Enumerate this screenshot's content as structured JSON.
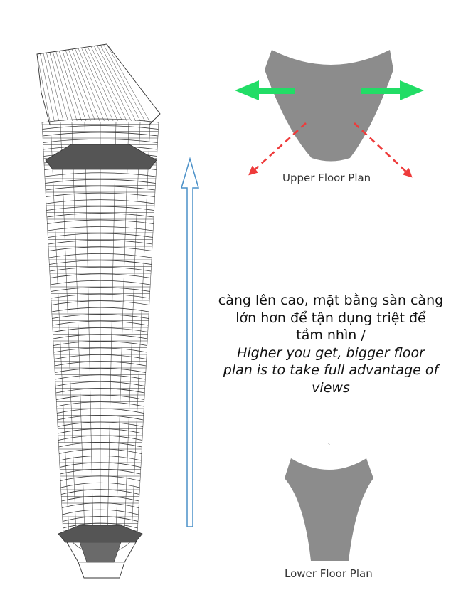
{
  "upper_floor_plan": {
    "label": "Upper Floor Plan"
  },
  "lower_floor_plan": {
    "label": "Lower Floor Plan"
  },
  "description": {
    "vi_line1": "càng lên cao, mặt bằng sàn càng",
    "vi_line2": "lớn hơn để tận dụng triệt để",
    "vi_line3": "tầm nhìn /",
    "en_line1": "Higher you get, bigger floor",
    "en_line2": "plan is to take full advantage of",
    "en_line3": "views"
  },
  "colors": {
    "plan_fill": "#8c8c8c",
    "green_arrow": "#22dd66",
    "red_arrow": "#ee3b3b",
    "blue_arrow": "#4a90c8",
    "wireframe": "#333333"
  }
}
